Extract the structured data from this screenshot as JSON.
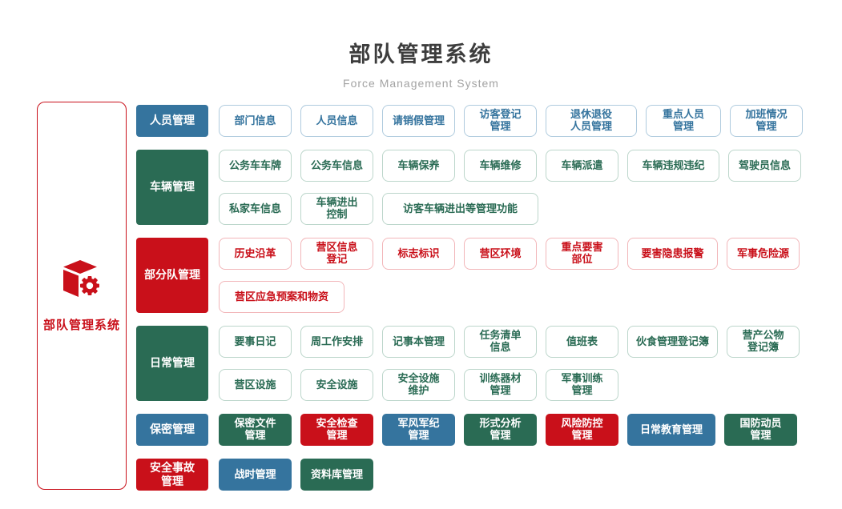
{
  "header": {
    "title": "部队管理系统",
    "subtitle": "Force Management System"
  },
  "root": {
    "label": "部队管理系统",
    "icon": "cube-gear-icon"
  },
  "colors": {
    "blue": "#35749E",
    "green": "#2A6B54",
    "red": "#C9101A",
    "outline_blue_border": "#AFCBDE",
    "outline_green_border": "#BCD6CB",
    "outline_red_border": "#F2B6B9"
  },
  "groups": [
    {
      "label": "人员管理",
      "color": "blue",
      "rows": [
        [
          {
            "label": "部门信息"
          },
          {
            "label": "人员信息"
          },
          {
            "label": "请销假管理"
          },
          {
            "label": "访客登记\n管理"
          },
          {
            "label": "退休退役\n人员管理"
          },
          {
            "label": "重点人员\n管理"
          },
          {
            "label": "加班情况\n管理"
          }
        ]
      ]
    },
    {
      "label": "车辆管理",
      "color": "green",
      "rows": [
        [
          {
            "label": "公务车车牌"
          },
          {
            "label": "公务车信息"
          },
          {
            "label": "车辆保养"
          },
          {
            "label": "车辆维修"
          },
          {
            "label": "车辆派遣"
          },
          {
            "label": "车辆违规违纪"
          },
          {
            "label": "驾驶员信息"
          }
        ],
        [
          {
            "label": "私家车信息"
          },
          {
            "label": "车辆进出\n控制"
          },
          {
            "label": "访客车辆进出等管理功能"
          }
        ]
      ]
    },
    {
      "label": "部分队管理",
      "color": "red",
      "rows": [
        [
          {
            "label": "历史沿革"
          },
          {
            "label": "营区信息\n登记"
          },
          {
            "label": "标志标识"
          },
          {
            "label": "营区环境"
          },
          {
            "label": "重点要害\n部位"
          },
          {
            "label": "要害隐患报警"
          },
          {
            "label": "军事危险源"
          }
        ],
        [
          {
            "label": "营区应急预案和物资"
          }
        ]
      ]
    },
    {
      "label": "日常管理",
      "color": "green",
      "rows": [
        [
          {
            "label": "要事日记"
          },
          {
            "label": "周工作安排"
          },
          {
            "label": "记事本管理"
          },
          {
            "label": "任务清单\n信息"
          },
          {
            "label": "值班表"
          },
          {
            "label": "伙食管理登记簿"
          },
          {
            "label": "营产公物\n登记簿"
          }
        ],
        [
          {
            "label": "营区设施"
          },
          {
            "label": "安全设施"
          },
          {
            "label": "安全设施\n维护"
          },
          {
            "label": "训练器材\n管理"
          },
          {
            "label": "军事训练\n管理"
          }
        ]
      ]
    },
    {
      "label": "保密管理",
      "color": "blue",
      "rows": [
        [
          {
            "label": "保密文件\n管理",
            "color": "green"
          },
          {
            "label": "安全检查\n管理",
            "color": "red"
          },
          {
            "label": "军风军纪\n管理",
            "color": "blue"
          },
          {
            "label": "形式分析\n管理",
            "color": "green"
          },
          {
            "label": "风险防控\n管理",
            "color": "red"
          },
          {
            "label": "日常教育管理",
            "color": "blue"
          },
          {
            "label": "国防动员\n管理",
            "color": "green"
          }
        ]
      ]
    },
    {
      "label": "安全事故\n管理",
      "color": "red",
      "rows": [
        [
          {
            "label": "战时管理",
            "color": "blue"
          },
          {
            "label": "资料库管理",
            "color": "green"
          }
        ]
      ]
    }
  ]
}
